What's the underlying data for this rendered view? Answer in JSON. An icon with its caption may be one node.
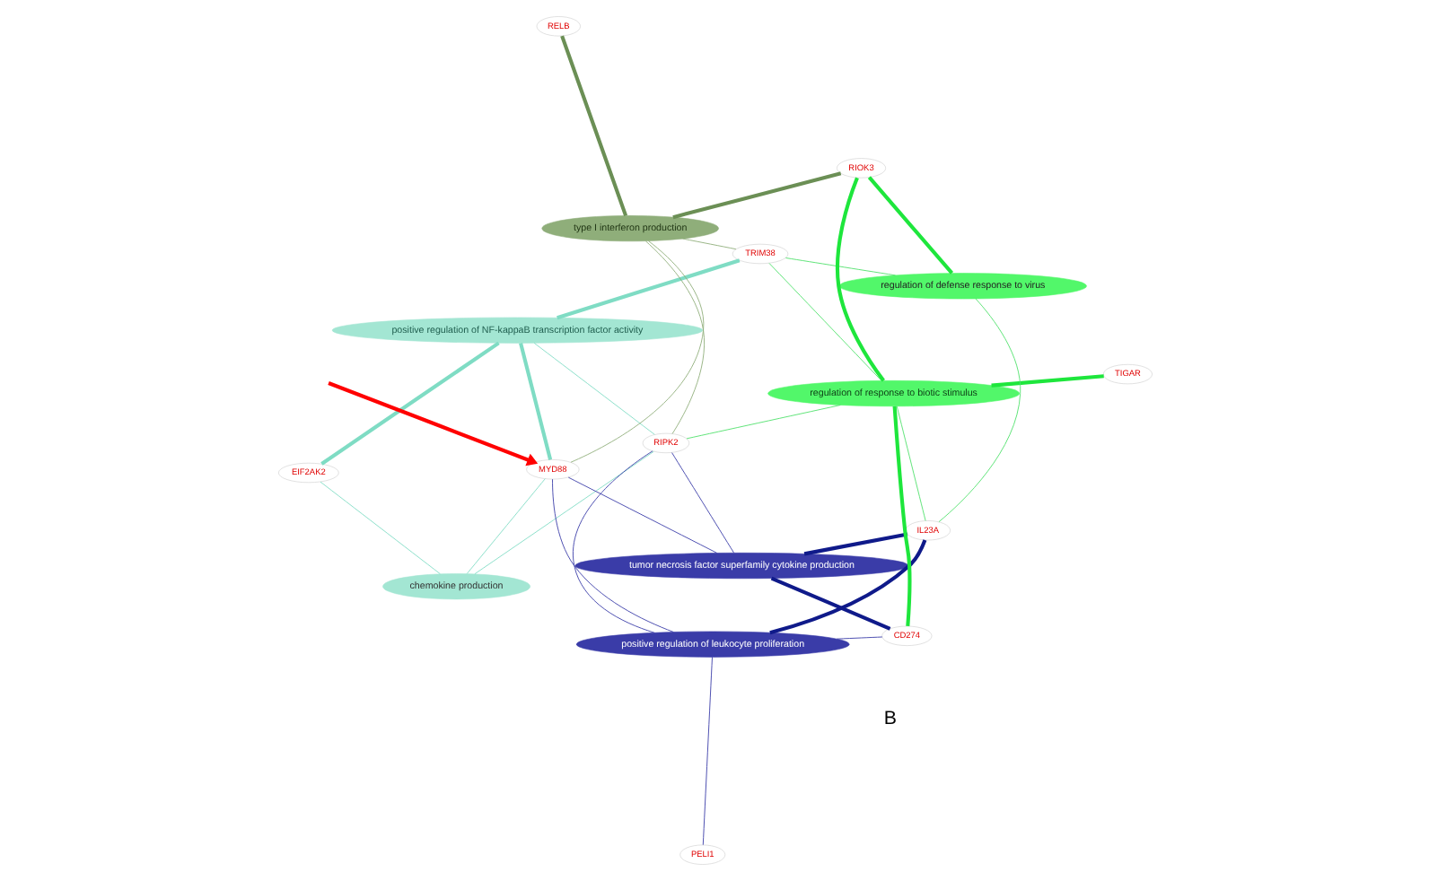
{
  "diagram": {
    "nodes": [
      {
        "text": [
          "EIF2AK2"
        ]
      },
      {
        "text": [
          "positive regulation of NF-kappaB transcription factor activity"
        ]
      },
      {
        "text": [
          "chemokine production"
        ]
      },
      {
        "text": [
          "RELB"
        ]
      },
      {
        "text": [
          "type I interferon production"
        ]
      },
      {
        "text": [
          "MYD88"
        ]
      },
      {
        "text": [
          "RIPK2"
        ]
      },
      {
        "text": [
          "TRIM38"
        ]
      },
      {
        "text": [
          "RIOK3"
        ]
      },
      {
        "text": [
          "PELI1"
        ]
      },
      {
        "text": [
          "positive regulation of leukocyte proliferation"
        ]
      },
      {
        "text": [
          "tumor necrosis factor superfamily cytokine production"
        ]
      },
      {
        "text": [
          "regulation of response to biotic stimulus"
        ]
      },
      {
        "text": [
          "TIGAR"
        ]
      },
      {
        "text": [
          "regulation of defense response to virus"
        ]
      },
      {
        "text": [
          "CD274"
        ]
      },
      {
        "text": [
          "IL23A"
        ]
      }
    ],
    "edges": [
      {
        "from": 0,
        "to": 1,
        "arrow": "none",
        "style": "thick",
        "color": "#7fdcc4"
      },
      {
        "from": 0,
        "to": 2,
        "arrow": "none",
        "color": "#7fdcc4"
      },
      {
        "from": 1,
        "to": 5,
        "arrow": "none",
        "style": "thick",
        "color": "#7fdcc4"
      },
      {
        "from": 1,
        "to": 6,
        "arrow": "none",
        "color": "#7fdcc4"
      },
      {
        "from": 1,
        "to": 7,
        "arrow": "none",
        "style": "thick",
        "color": "#7fdcc4"
      },
      {
        "from": 2,
        "to": 5,
        "arrow": "none",
        "color": "#7fdcc4"
      },
      {
        "from": 2,
        "to": 6,
        "arrow": "none",
        "color": "#7fdcc4"
      },
      {
        "from": 3,
        "to": 4,
        "arrow": "none",
        "style": "thick",
        "color": "#6b8f55"
      },
      {
        "from": 4,
        "to": 5,
        "arrow": "none",
        "color": "#8fae7a"
      },
      {
        "from": 4,
        "to": 6,
        "arrow": "none",
        "color": "#8fae7a"
      },
      {
        "from": 4,
        "to": 7,
        "arrow": "none",
        "color": "#8fae7a"
      },
      {
        "from": 4,
        "to": 8,
        "arrow": "none",
        "style": "thick",
        "color": "#6b8f55"
      },
      {
        "from": 5,
        "to": 10,
        "arrow": "none",
        "color": "#3a3ca8"
      },
      {
        "from": 5,
        "to": 11,
        "arrow": "none",
        "color": "#3a3ca8"
      },
      {
        "from": 6,
        "to": 10,
        "arrow": "none",
        "color": "#3a3ca8"
      },
      {
        "from": 6,
        "to": 11,
        "arrow": "none",
        "color": "#3a3ca8"
      },
      {
        "from": 6,
        "to": 12,
        "arrow": "none",
        "color": "#4ee06a"
      },
      {
        "from": 7,
        "to": 12,
        "arrow": "none",
        "color": "#4ee06a"
      },
      {
        "from": 7,
        "to": 14,
        "arrow": "none",
        "color": "#4ee06a"
      },
      {
        "from": 8,
        "to": 12,
        "arrow": "none",
        "style": "thick",
        "color": "#1ee63c"
      },
      {
        "from": 8,
        "to": 14,
        "arrow": "none",
        "style": "thick",
        "color": "#1ee63c"
      },
      {
        "from": 9,
        "to": 10,
        "arrow": "none",
        "color": "#3a3ca8"
      },
      {
        "from": 10,
        "to": 15,
        "arrow": "none",
        "color": "#3a3ca8"
      },
      {
        "from": 10,
        "to": 16,
        "arrow": "none",
        "style": "thick",
        "color": "#0f1a8a"
      },
      {
        "from": 11,
        "to": 15,
        "arrow": "none",
        "style": "thick",
        "color": "#0f1a8a"
      },
      {
        "from": 11,
        "to": 16,
        "arrow": "none",
        "style": "thick",
        "color": "#0f1a8a"
      },
      {
        "from": 12,
        "to": 13,
        "arrow": "none",
        "style": "thick",
        "color": "#1ee63c"
      },
      {
        "from": 12,
        "to": 15,
        "arrow": "none",
        "style": "thick",
        "color": "#1ee63c"
      },
      {
        "from": 12,
        "to": 16,
        "arrow": "none",
        "color": "#4ee06a"
      },
      {
        "from": 14,
        "to": 16,
        "arrow": "none",
        "color": "#4ee06a"
      },
      {
        "from": null,
        "to": 5,
        "arrow": "to",
        "style": "thick",
        "color": "#ff0000"
      }
    ],
    "labels": [
      "B"
    ]
  }
}
